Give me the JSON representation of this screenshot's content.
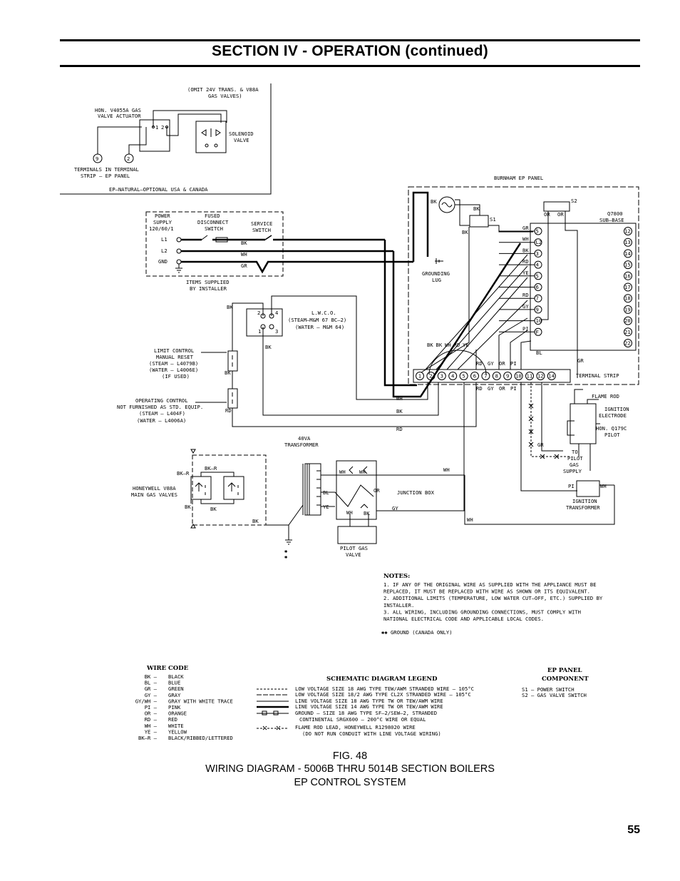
{
  "header": {
    "title": "SECTION  IV - OPERATION (continued)"
  },
  "figure": {
    "number": "FIG. 48",
    "title": "WIRING DIAGRAM - 5006B THRU 5014B SECTION BOILERS",
    "subtitle": "EP CONTROL SYSTEM"
  },
  "page_number": "55",
  "diagram": {
    "inset": {
      "omit_note_1": "(OMIT 24V TRANS. & V88A",
      "omit_note_2": "GAS VALVES)",
      "actuator_1": "HON. V4055A GAS",
      "actuator_2": "VALVE ACTUATOR",
      "pin_1": "1",
      "pin_2": "2",
      "solenoid_1": "SOLENOID",
      "solenoid_2": "VALVE",
      "term_9": "9",
      "term_2": "2",
      "terminals_1": "TERMINALS  IN  TERMINAL",
      "terminals_2": "STRIP  –  EP  PANEL",
      "footer": "EP–NATURAL–OPTIONAL  USA  &  CANADA"
    },
    "power": {
      "supply_1": "POWER",
      "supply_2": "SUPPLY",
      "supply_3": "120/60/1",
      "fused_1": "FUSED",
      "fused_2": "DISCONNECT",
      "fused_3": "SWITCH",
      "service_1": "SERVICE",
      "service_2": "SWITCH",
      "l1": "L1",
      "l2": "L2",
      "gnd": "GND",
      "wire_bk": "BK",
      "wire_wh": "WH",
      "wire_gr": "GR",
      "items_1": "ITEMS  SUPPLIED",
      "items_2": "BY  INSTALLER"
    },
    "panel": {
      "title": "BURNHAM  EP  PANEL",
      "q7800_1": "Q7800",
      "q7800_2": "SUB–BASE",
      "s1": "S1",
      "s2": "S2",
      "grounding_1": "GROUNDING",
      "grounding_2": "LUG",
      "left_terminals": [
        "5",
        "L2",
        "3",
        "4",
        "5",
        "6",
        "7",
        "9",
        "10",
        "F"
      ],
      "left_wires": [
        "GR",
        "WH",
        "BK",
        "RD",
        "YE",
        "",
        "RD",
        "GY",
        "",
        "PI"
      ],
      "right_terminals": [
        "12",
        "13",
        "14",
        "15",
        "16",
        "17",
        "18",
        "19",
        "20",
        "21",
        "22"
      ],
      "strip_terminals": [
        "1",
        "2",
        "3",
        "4",
        "5",
        "6",
        "7",
        "8",
        "9",
        "10",
        "11",
        "12",
        "14"
      ],
      "strip_label": "TERMINAL  STRIP",
      "top_wires": [
        "BK",
        "BK",
        "WH",
        "RD",
        "YE"
      ],
      "top_wires2": [
        "RD",
        "GY",
        "OR",
        "PI"
      ],
      "bottom_wires": [
        "RD",
        "GY",
        "OR",
        "PI"
      ],
      "wire_or": "OR",
      "wire_bl": "BL",
      "wire_gr": "GR",
      "wire_bk": "BK",
      "wire_wh": "WH"
    },
    "controls": {
      "lwco_1": "L.W.C.O.",
      "lwco_2": "(STEAM–M&M  67  BC–2)",
      "lwco_3": "(WATER  –  M&M  64)",
      "lwco_pins": [
        "2",
        "4",
        "1",
        "3"
      ],
      "limit_1": "LIMIT  CONTROL",
      "limit_2": "MANUAL  RESET",
      "limit_3": "(STEAM  –  L4079B)",
      "limit_4": "(WATER  –  L4006E)",
      "limit_5": "(IF  USED)",
      "op_1": "OPERATING  CONTROL",
      "op_2": "NOT  FURNISHED  AS  STD.  EQUIP.",
      "op_3": "(STEAM  –  L404F)",
      "op_4": "(WATER  –  L4006A)",
      "wire_bk": "BK",
      "wire_wh": "WH",
      "wire_rd": "RD"
    },
    "gas": {
      "transformer_1": "40VA",
      "transformer_2": "TRANSFORMER",
      "v88a_1": "HONEYWELL  V88A",
      "v88a_2": "MAIN  GAS  VALVES",
      "bkr": "BK–R",
      "junction": "JUNCTION  BOX",
      "pilot_valve_1": "PILOT  GAS",
      "pilot_valve_2": "VALVE",
      "wire_bk": "BK",
      "wire_wh": "WH",
      "wire_bl": "BL",
      "wire_ye": "YE",
      "wire_or": "OR",
      "wire_gy": "GY"
    },
    "burner": {
      "flame_rod": "FLAME  ROD",
      "ignition_1": "IGNITION",
      "ignition_2": "ELECTRODE",
      "pilot_1": "HON.  Q179C",
      "pilot_2": "PILOT",
      "supply_1": "TO",
      "supply_2": "PILOT",
      "supply_3": "GAS",
      "supply_4": "SUPPLY",
      "itrans_1": "IGNITION",
      "itrans_2": "TRANSFORMER",
      "wire_gr": "GR",
      "wire_pi": "PI",
      "wire_wh": "WH"
    },
    "notes": {
      "heading": "NOTES:",
      "lines": [
        "1.  IF  ANY  OF  THE  ORIGINAL  WIRE  AS  SUPPLIED  WITH  THE  APPLIANCE  MUST  BE",
        "     REPLACED,  IT  MUST  BE  REPLACED  WITH  WIRE  AS  SHOWN  OR  ITS  EQUIVALENT.",
        "2.  ADDITIONAL  LIMITS  (TEMPERATURE,  LOW  WATER  CUT–OFF,  ETC.)  SUPPLIED  BY",
        "     INSTALLER.",
        "3.  ALL  WIRING,  INCLUDING  GROUNDING  CONNECTIONS,  MUST  COMPLY  WITH",
        "     NATIONAL  ELECTRICAL  CODE  AND  APPLICABLE  LOCAL  CODES."
      ],
      "ground_note": "✱✱  GROUND  (CANADA  ONLY)"
    },
    "wire_code": {
      "heading": "WIRE  CODE",
      "codes": [
        "BK",
        "BL",
        "GR",
        "GY",
        "GY/WH",
        "PI",
        "OR",
        "RD",
        "WH",
        "YE",
        "BK–R"
      ],
      "names": [
        "BLACK",
        "BLUE",
        "GREEN",
        "GRAY",
        "GRAY  WITH  WHITE  TRACE",
        "PINK",
        "ORANGE",
        "RED",
        "WHITE",
        "YELLOW",
        "BLACK/RIBBED/LETTERED"
      ]
    },
    "legend": {
      "heading": "SCHEMATIC  DIAGRAM  LEGEND",
      "lines": [
        "LOW  VOLTAGE  SIZE  18  AWG  TYPE  TEW/AWM  STRANDED  WIRE  –  105°C",
        "LOW  VOLTAGE  SIZE  18/2  AWG  TYPE  CL2X  STRANDED  WIRE  –  105°C",
        "LINE  VOLTAGE  SIZE  18  AWG  TYPE  TW  OR  TEW/AWM  WIRE",
        "LINE  VOLTAGE  SIZE  14  AWG  TYPE  TW  OR  TEW/AWM  WIRE",
        "GROUND  –  SIZE  18  AWG  TYPE  SF–2/SEW–2,  STRANDED",
        "CONTINENTAL  SRGX600  –  200°C  WIRE  OR  EQUAL",
        "FLAME  ROD  LEAD,  HONEYWELL  R1298020  WIRE",
        "(DO  NOT  RUN  CONDUIT  WITH  LINE  VOLTAGE  WIRING)"
      ]
    },
    "component": {
      "heading_1": "EP  PANEL",
      "heading_2": "COMPONENT",
      "lines": [
        "S1  –  POWER  SWITCH",
        "S2  –  GAS  VALVE  SWITCH"
      ]
    }
  }
}
